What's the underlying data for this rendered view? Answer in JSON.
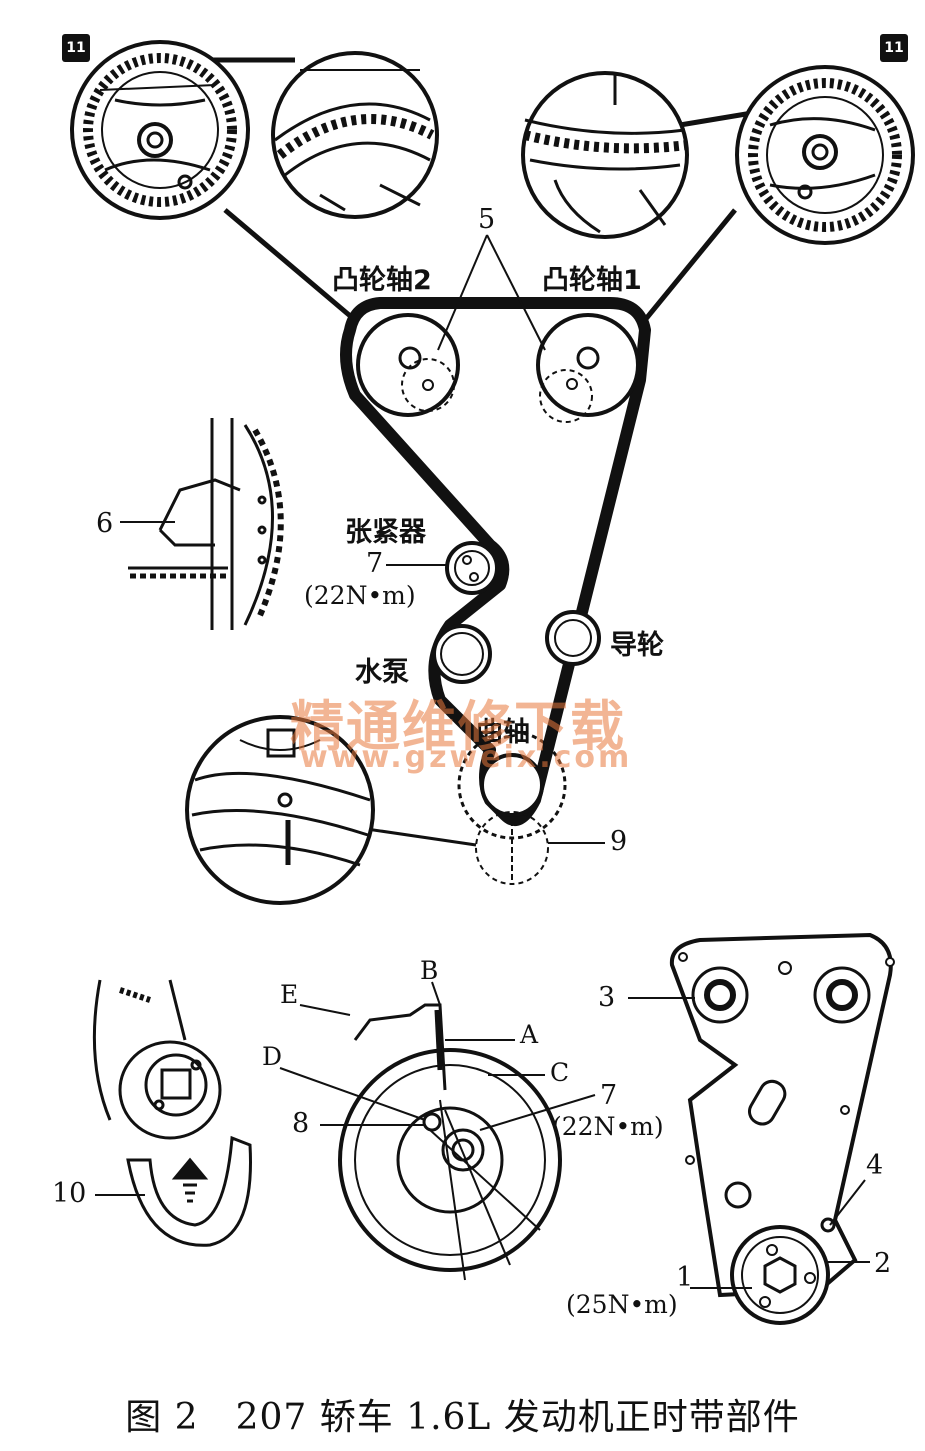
{
  "badges": {
    "left": "11",
    "right": "11"
  },
  "labels": {
    "camshaft2": "凸轮轴2",
    "camshaft1": "凸轮轴1",
    "num5": "5",
    "num6": "6",
    "tensioner": "张紧器",
    "num7_top": "7",
    "torque_22_top": "(22N•m)",
    "idler": "导轮",
    "water_pump": "水泵",
    "crankshaft": "曲轴",
    "num9": "9",
    "num10": "10",
    "letter_E": "E",
    "letter_B": "B",
    "letter_A": "A",
    "letter_D": "D",
    "letter_C": "C",
    "num8": "8",
    "num7_bottom": "7",
    "torque_22_bottom": "(22N•m)",
    "num3": "3",
    "num4": "4",
    "num2": "2",
    "num1": "1",
    "torque_25": "(25N•m)"
  },
  "watermark": {
    "text": "精通维修下载",
    "url": "www.gzweix.com"
  },
  "caption": "图 2　207 轿车 1.6L 发动机正时带部件"
}
